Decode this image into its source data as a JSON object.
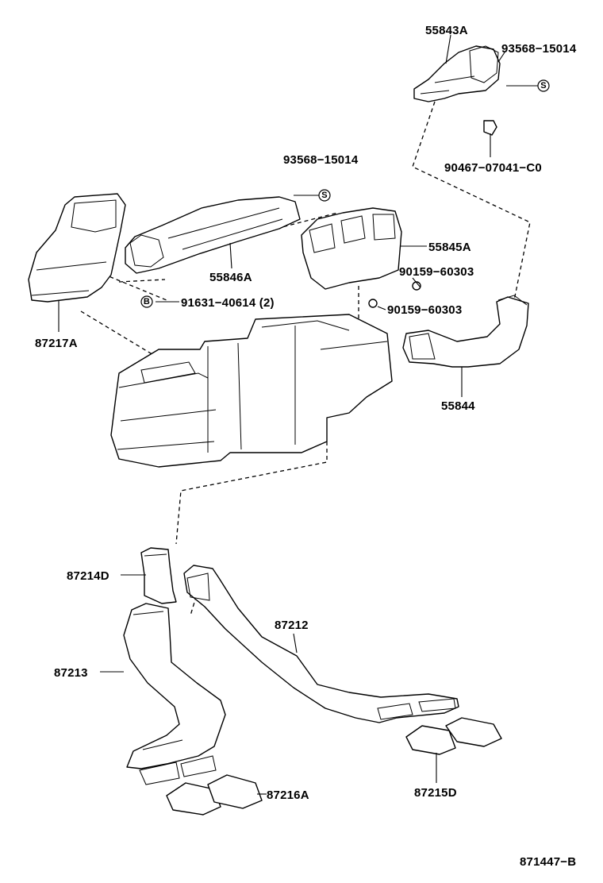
{
  "parts": {
    "p55843A": "55843A",
    "p93568_top": "93568−15014",
    "p90467": "90467−07041−C0",
    "p93568_mid": "93568−15014",
    "p55846A": "55846A",
    "p55845A": "55845A",
    "p90159_a": "90159−60303",
    "p90159_b": "90159−60303",
    "p91631": "91631−40614 (2)",
    "p87217A": "87217A",
    "p55844": "55844",
    "p87214D": "87214D",
    "p87212": "87212",
    "p87213": "87213",
    "p87216A": "87216A",
    "p87215D": "87215D"
  },
  "symbols": {
    "s": "S",
    "b": "B"
  },
  "diagram_code": "871447−B"
}
